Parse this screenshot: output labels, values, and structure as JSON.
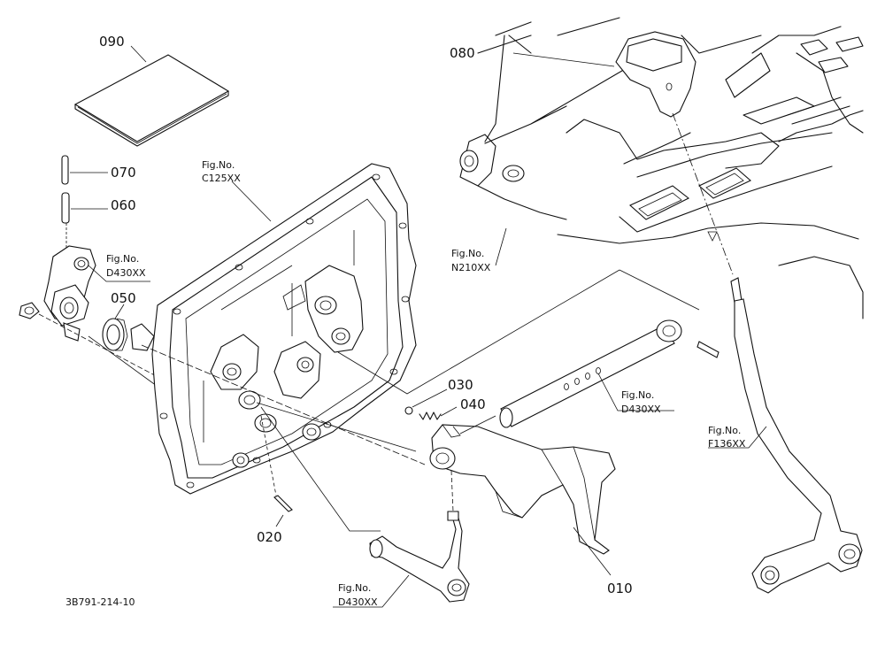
{
  "callouts": {
    "p090": "090",
    "p080": "080",
    "p070": "070",
    "p060": "060",
    "p050": "050",
    "p040": "040",
    "p030": "030",
    "p020": "020",
    "p010": "010"
  },
  "references": {
    "c125": {
      "line1": "Fig.No.",
      "line2": "C125XX"
    },
    "d430_top": {
      "line1": "Fig.No.",
      "line2": "D430XX"
    },
    "n210": {
      "line1": "Fig.No.",
      "line2": "N210XX"
    },
    "d430_shaft": {
      "line1": "Fig.No.",
      "line2": "D430XX"
    },
    "f136": {
      "line1": "Fig.No.",
      "line2": "F136XX"
    },
    "d430_bottom": {
      "line1": "Fig.No.",
      "line2": "D430XX"
    }
  },
  "drawing_code": "3B791-214-10"
}
